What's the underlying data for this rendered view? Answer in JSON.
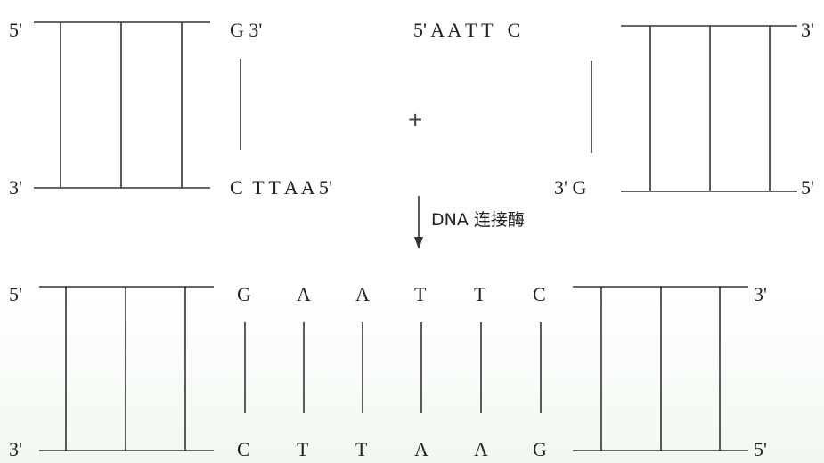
{
  "panel_top": {
    "left_fragment": {
      "top_left_end": "5'",
      "bottom_left_end": "3'",
      "top_sticky_end": "G 3'",
      "bottom_sticky_end": "C  T T A A 5'"
    },
    "right_fragment": {
      "top_sticky_end": "5' A A T T   C",
      "bottom_sticky_end": "3' G",
      "top_right_end": "3'",
      "bottom_right_end": "5'"
    },
    "plus_sign": "+"
  },
  "arrow_label": "DNA 连接酶",
  "panel_bottom": {
    "top_left_end": "5'",
    "bottom_left_end": "3'",
    "top_right_end": "3'",
    "bottom_right_end": "5'",
    "top_strand_bases": [
      "G",
      "A",
      "A",
      "T",
      "T",
      "C"
    ],
    "bottom_strand_bases": [
      "C",
      "T",
      "T",
      "A",
      "A",
      "G"
    ]
  },
  "colors": {
    "line": "#333333",
    "text": "#222222"
  }
}
